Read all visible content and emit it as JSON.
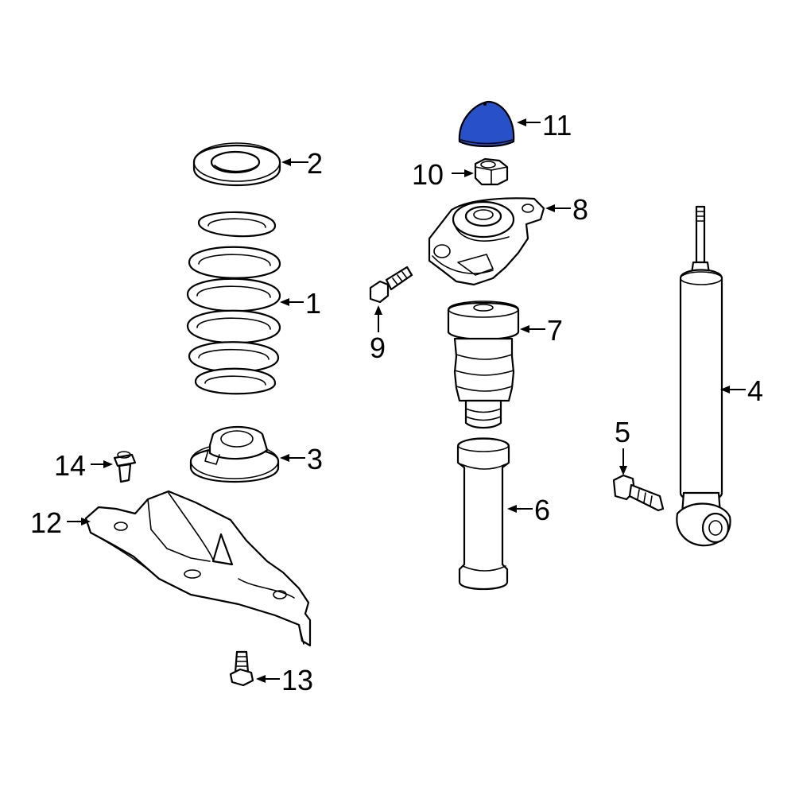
{
  "colors": {
    "highlight": "#2850c8",
    "stroke": "#000000",
    "background": "#ffffff"
  },
  "callouts": {
    "c1": "1",
    "c2": "2",
    "c3": "3",
    "c4": "4",
    "c5": "5",
    "c6": "6",
    "c7": "7",
    "c8": "8",
    "c9": "9",
    "c10": "10",
    "c11": "11",
    "c12": "12",
    "c13": "13",
    "c14": "14"
  },
  "highlighted_part": "11"
}
